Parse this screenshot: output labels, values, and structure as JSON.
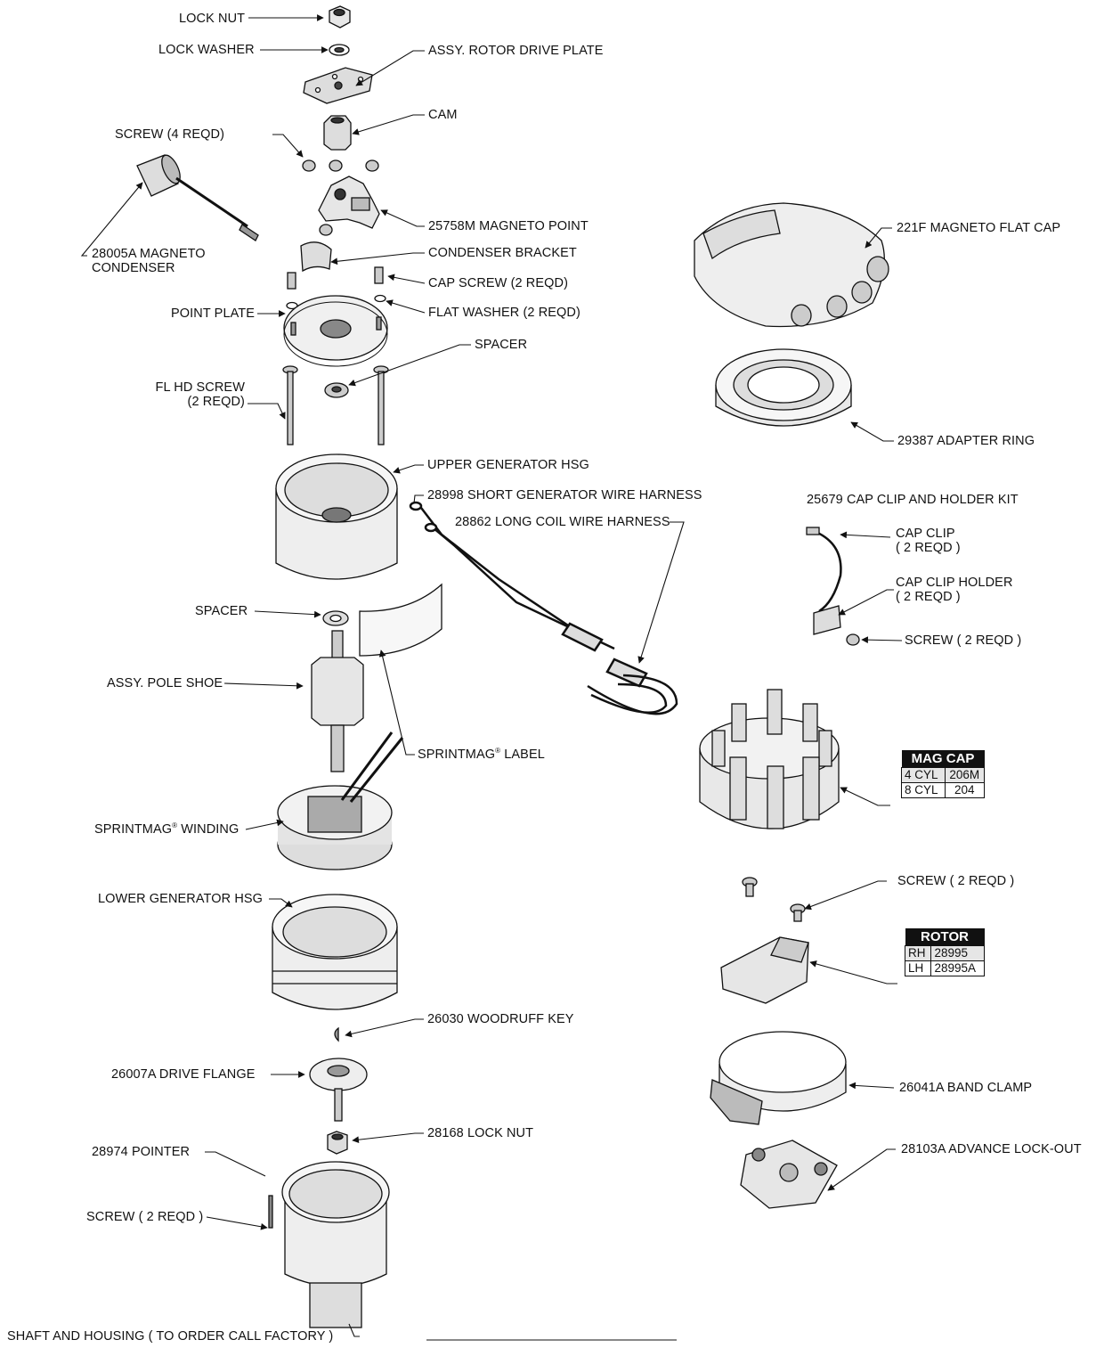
{
  "labels": {
    "lock_nut": "LOCK NUT",
    "lock_washer": "LOCK WASHER",
    "rotor_drive_plate": "ASSY. ROTOR DRIVE PLATE",
    "cam": "CAM",
    "screw_4": "SCREW (4 REQD)",
    "magneto_point": "25758M MAGNETO POINT",
    "magneto_condenser_1": "28005A MAGNETO",
    "magneto_condenser_2": "CONDENSER",
    "condenser_bracket": "CONDENSER BRACKET",
    "cap_screw": "CAP SCREW (2 REQD)",
    "flat_washer": "FLAT WASHER (2 REQD)",
    "point_plate": "POINT PLATE",
    "spacer_top": "SPACER",
    "fl_hd_screw_1": "FL HD SCREW",
    "fl_hd_screw_2": "(2 REQD)",
    "upper_generator": "UPPER GENERATOR HSG",
    "short_harness": "28998 SHORT GENERATOR WIRE HARNESS",
    "long_harness": "28862 LONG COIL WIRE HARNESS",
    "spacer_mid": "SPACER",
    "pole_shoe": "ASSY. POLE SHOE",
    "sprintmag_label_a": "SPRINTMAG",
    "sprintmag_label_b": " LABEL",
    "sprintmag_winding_a": "SPRINTMAG",
    "sprintmag_winding_b": " WINDING",
    "registered": "®",
    "lower_generator": "LOWER GENERATOR HSG",
    "woodruff_key": "26030 WOODRUFF KEY",
    "drive_flange": "26007A DRIVE FLANGE",
    "lock_nut_28168": "28168 LOCK NUT",
    "pointer": "28974 POINTER",
    "screw_pointer": "SCREW ( 2 REQD )",
    "shaft_housing": "SHAFT AND HOUSING ( TO ORDER CALL FACTORY )",
    "flat_cap": "221F MAGNETO FLAT CAP",
    "adapter_ring": "29387 ADAPTER RING",
    "cap_clip_kit": "25679 CAP CLIP AND HOLDER KIT",
    "cap_clip_1": "CAP CLIP",
    "cap_clip_2": "( 2 REQD )",
    "cap_clip_holder_1": "CAP CLIP HOLDER",
    "cap_clip_holder_2": "( 2 REQD )",
    "screw_clip": "SCREW ( 2 REQD )",
    "screw_rotor": "SCREW ( 2 REQD )",
    "band_clamp": "26041A BAND CLAMP",
    "advance_lockout": "28103A  ADVANCE LOCK-OUT"
  },
  "mag_cap_table": {
    "title": "MAG CAP",
    "rows": [
      {
        "k": "4 CYL",
        "v": "206M"
      },
      {
        "k": "8 CYL",
        "v": "204"
      }
    ]
  },
  "rotor_table": {
    "title": "ROTOR",
    "rows": [
      {
        "k": "RH",
        "v": "28995"
      },
      {
        "k": "LH",
        "v": "28995A"
      }
    ]
  }
}
